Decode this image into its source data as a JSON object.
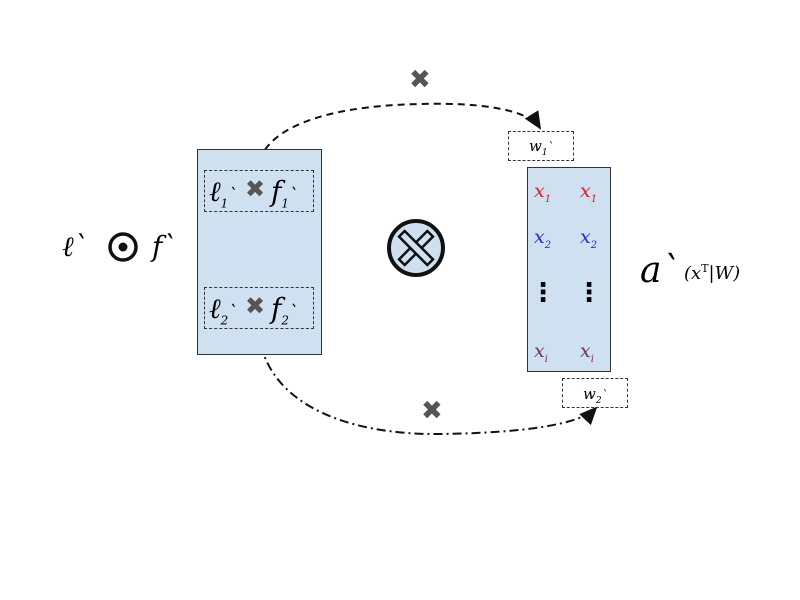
{
  "colors": {
    "panel_fill": "#cfe0f1",
    "x1": "#e0202a",
    "x2": "#2b2bd6",
    "xi": "#7a2f6a",
    "cross": "#555555"
  },
  "icons": {
    "odot": "circled-dot-icon",
    "otimes": "circled-times-icon",
    "cross": "heavy-x-icon"
  },
  "left_expr": {
    "l": "ℓ`",
    "f": "f`"
  },
  "left_panel": {
    "row1": {
      "l": "ℓ",
      "l_sub": "1",
      "l_mark": "`",
      "f": "f",
      "f_sub": "1",
      "f_mark": "`"
    },
    "row2": {
      "l": "ℓ",
      "l_sub": "2",
      "l_mark": "`",
      "f": "f",
      "f_sub": "2",
      "f_mark": "`"
    }
  },
  "w_top": {
    "w": "w",
    "sub": "1",
    "mark": "`"
  },
  "w_bottom": {
    "w": "w",
    "sub": "2",
    "mark": "`"
  },
  "right_panel": {
    "col1": [
      "x",
      "x",
      "x"
    ],
    "col1_subs": [
      "1",
      "2",
      "i"
    ],
    "col2": [
      "x",
      "x",
      "x"
    ],
    "col2_subs": [
      "1",
      "2",
      "i"
    ],
    "ellipsis": "⋮"
  },
  "right_expr": {
    "a": "a`",
    "args": "(x",
    "sup": "T",
    "rest": "|W)"
  }
}
